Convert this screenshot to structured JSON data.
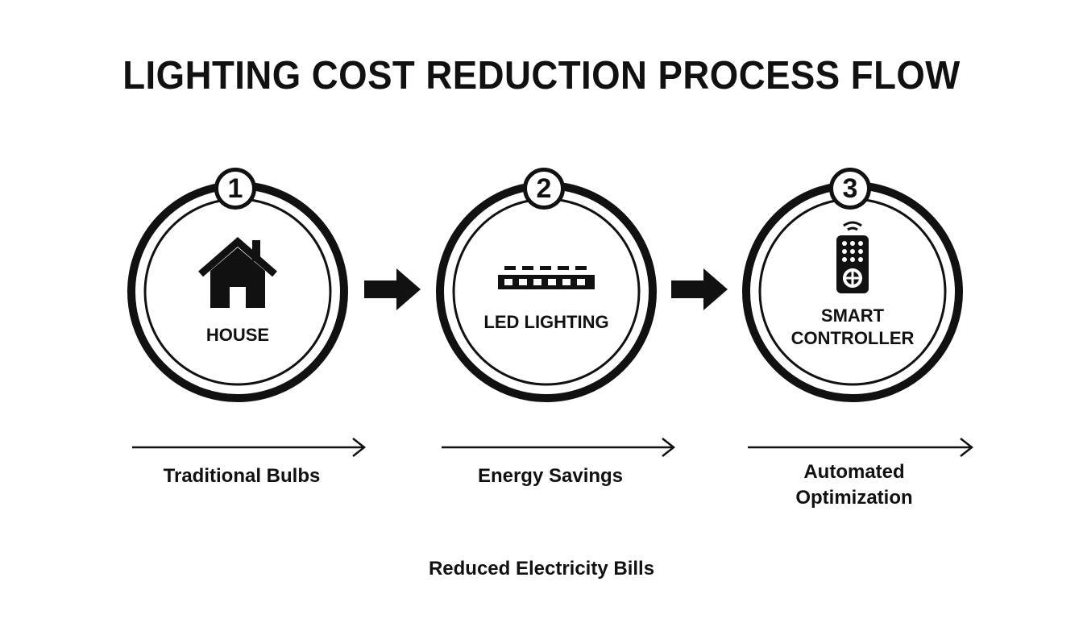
{
  "title": "LIGHTING COST REDUCTION PROCESS FLOW",
  "steps": [
    {
      "number": "1",
      "label": "HOUSE",
      "icon": "house-icon"
    },
    {
      "number": "2",
      "label": "LED LIGHTING",
      "icon": "led-strip-icon"
    },
    {
      "number": "3",
      "label_line1": "SMART",
      "label_line2": "CONTROLLER",
      "icon": "remote-control-icon"
    }
  ],
  "captions": [
    {
      "text": "Traditional Bulbs"
    },
    {
      "text": "Energy Savings"
    },
    {
      "line1": "Automated",
      "line2": "Optimization"
    }
  ],
  "outcome": "Reduced Electricity Bills",
  "colors": {
    "ink": "#111111",
    "background": "#ffffff"
  }
}
